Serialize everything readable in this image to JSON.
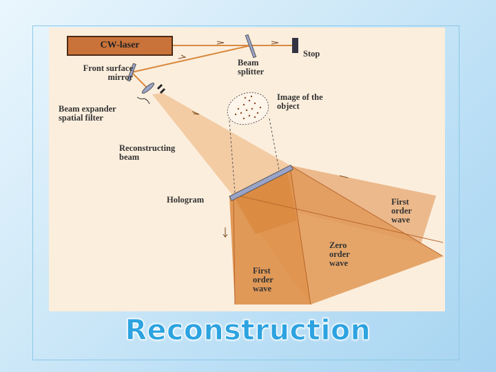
{
  "diagram": {
    "labels": {
      "laser": "CW-laser",
      "stop": "Stop",
      "beam_splitter": "Beam splitter",
      "front_surface_mirror": "Front surface mirror",
      "beam_expander": "Beam expander spatial filter",
      "image_of_object": "Image of the object",
      "reconstructing_beam": "Reconstructing beam",
      "hologram": "Hologram",
      "first_order_wave_right": "First order wave",
      "zero_order_wave": "Zero order wave",
      "first_order_wave_bottom": "First order wave"
    },
    "colors": {
      "figure_bg": "#fbeedd",
      "beam_light": "#f2c9a0",
      "beam_medium": "#e8a76a",
      "beam_dark": "#d9893f",
      "laser_body": "#c9733a",
      "hologram_plate": "#9aa3c8"
    }
  },
  "caption": "Reconstruction",
  "theme": {
    "caption_color": "#2da3e0"
  }
}
